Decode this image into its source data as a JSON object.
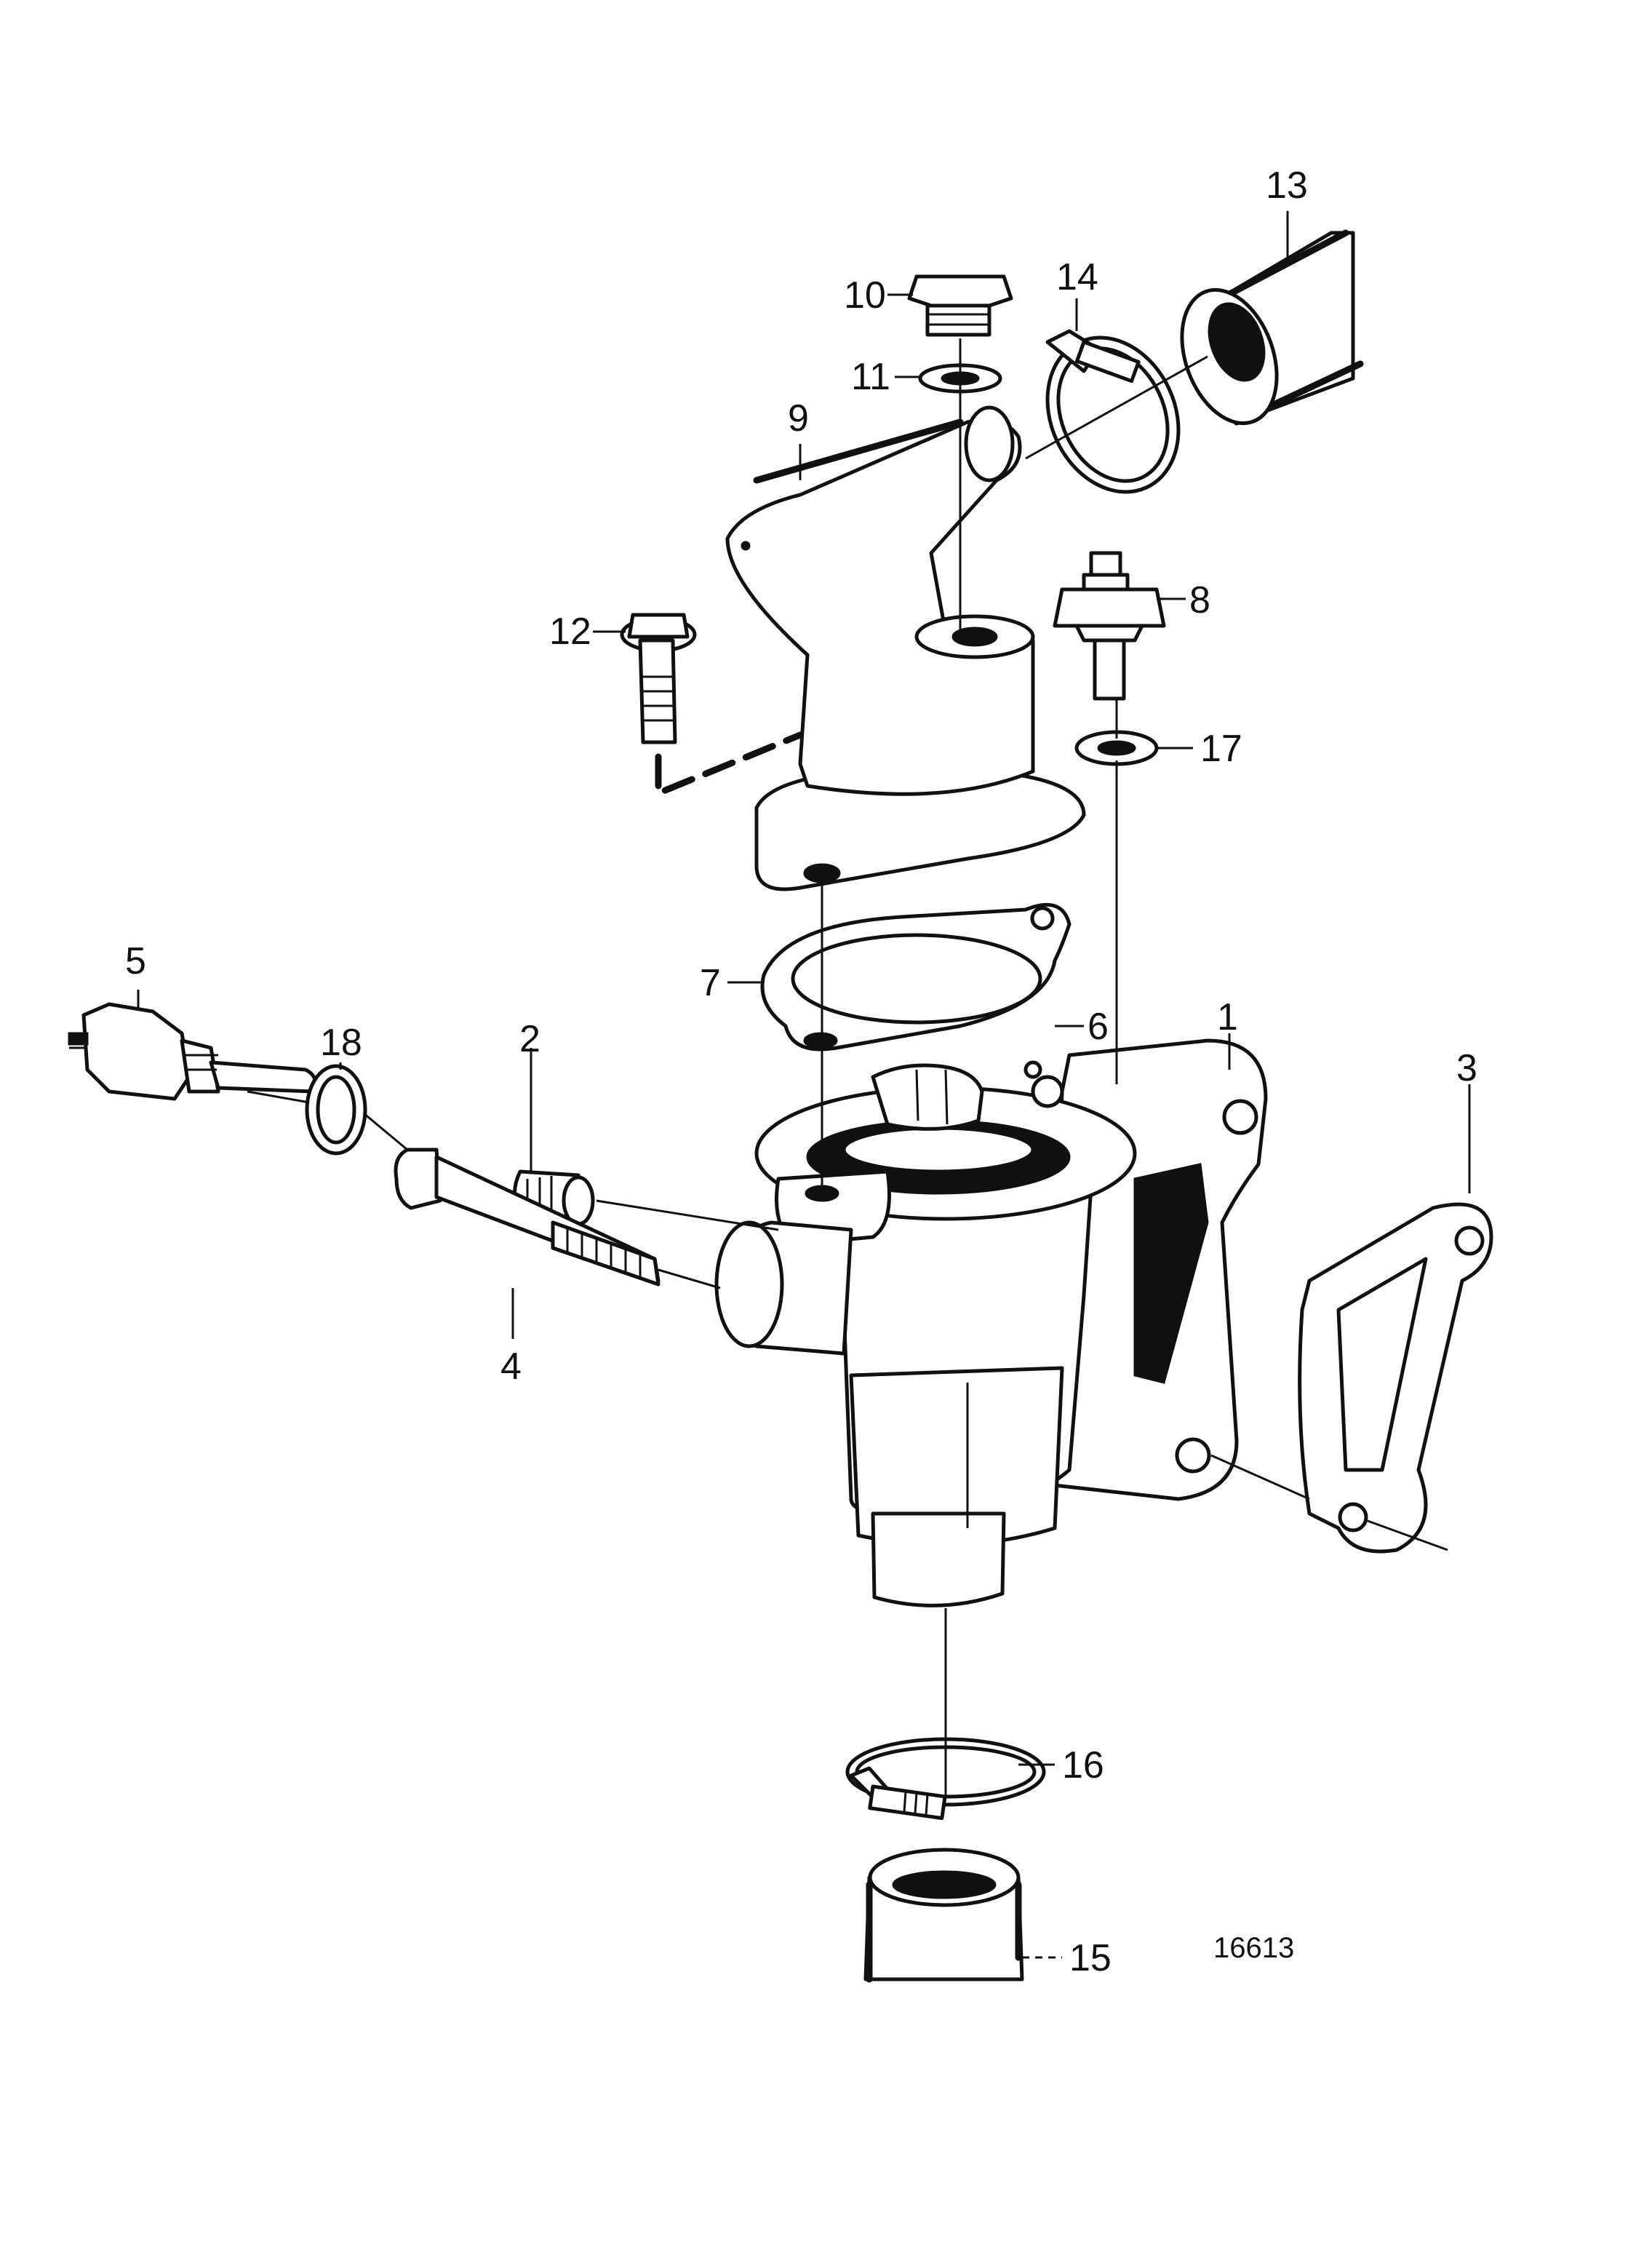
{
  "callouts": [
    {
      "id": "1",
      "text": "1"
    },
    {
      "id": "2",
      "text": "2"
    },
    {
      "id": "3",
      "text": "3"
    },
    {
      "id": "4",
      "text": "4"
    },
    {
      "id": "5",
      "text": "5"
    },
    {
      "id": "6",
      "text": "6"
    },
    {
      "id": "7",
      "text": "7"
    },
    {
      "id": "8",
      "text": "8"
    },
    {
      "id": "9",
      "text": "9"
    },
    {
      "id": "10",
      "text": "10"
    },
    {
      "id": "11",
      "text": "11"
    },
    {
      "id": "12",
      "text": "12"
    },
    {
      "id": "13",
      "text": "13"
    },
    {
      "id": "14",
      "text": "14"
    },
    {
      "id": "15",
      "text": "15"
    },
    {
      "id": "16",
      "text": "16"
    },
    {
      "id": "17",
      "text": "17"
    },
    {
      "id": "18",
      "text": "18"
    }
  ],
  "drawing_number": "16613",
  "colors": {
    "ink": "#111111",
    "paper": "#ffffff"
  }
}
